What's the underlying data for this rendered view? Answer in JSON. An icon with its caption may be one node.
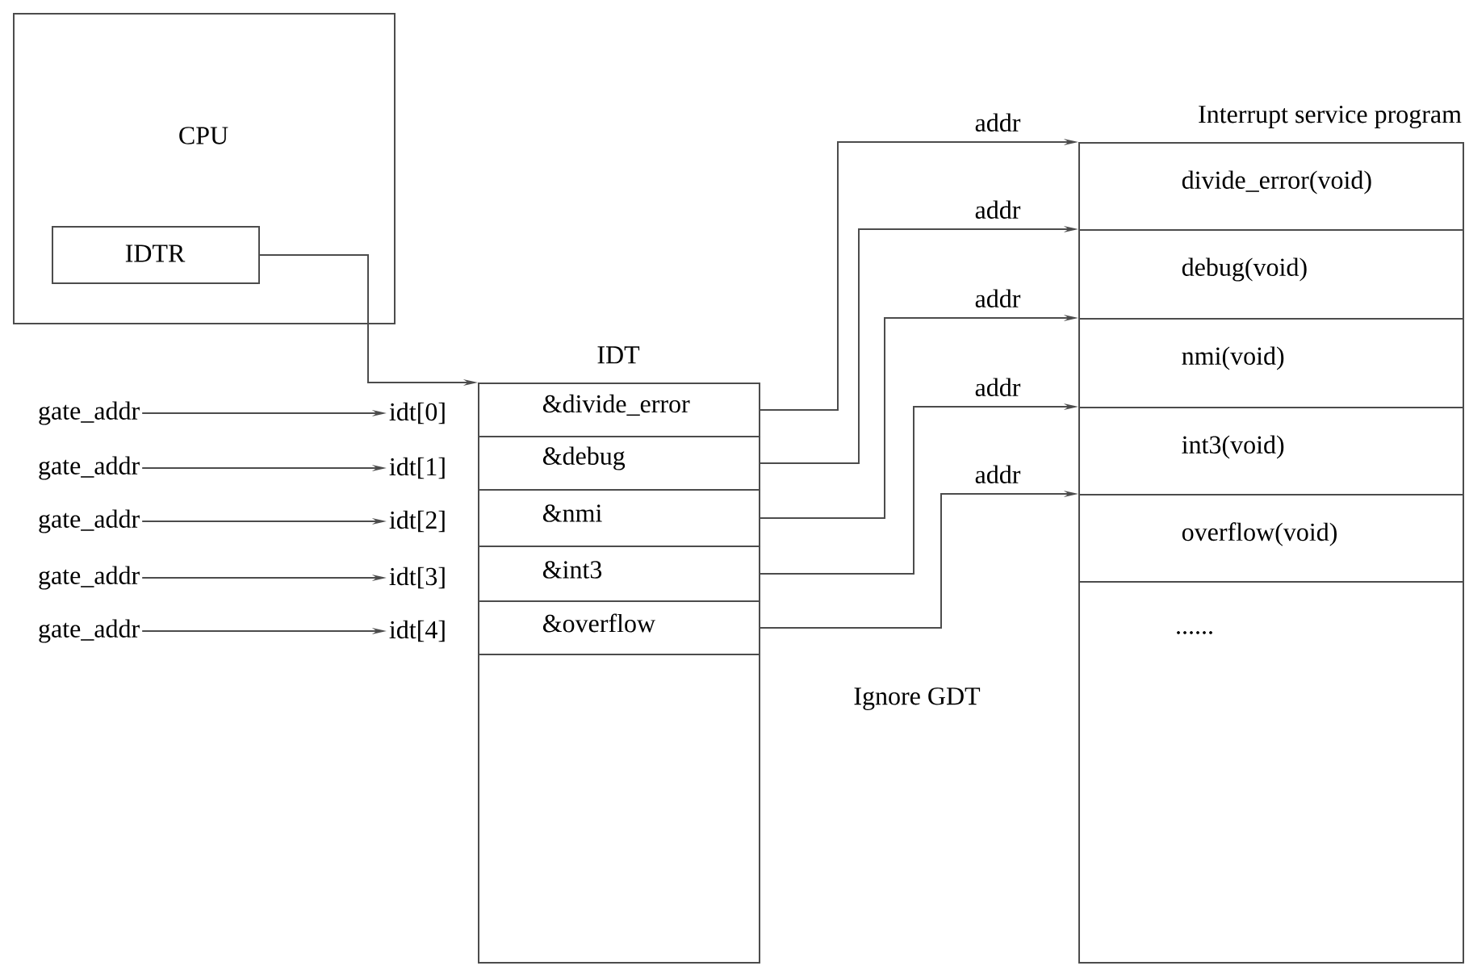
{
  "diagram": {
    "nodes": [
      {
        "text": [
          "CPU"
        ]
      },
      {
        "text": [
          "IDTR"
        ],
        "in": 0
      },
      {
        "text": [
          "IDT"
        ]
      },
      {
        "text": [
          "&divide_error"
        ],
        "in": 2
      },
      {
        "text": [
          "&debug"
        ],
        "in": 2
      },
      {
        "text": [
          "&nmi"
        ],
        "in": 2
      },
      {
        "text": [
          "&int3"
        ],
        "in": 2
      },
      {
        "text": [
          "&overflow"
        ],
        "in": 2
      },
      {
        "text": [
          "Interrupt service program"
        ]
      },
      {
        "text": [
          "divide_error(void)"
        ],
        "in": 8
      },
      {
        "text": [
          "debug(void)"
        ],
        "in": 8
      },
      {
        "text": [
          "nmi(void)"
        ],
        "in": 8
      },
      {
        "text": [
          "int3(void)"
        ],
        "in": 8
      },
      {
        "text": [
          "overflow(void)"
        ],
        "in": 8
      },
      {
        "text": [
          "gate_addr"
        ]
      },
      {
        "text": [
          "gate_addr"
        ]
      },
      {
        "text": [
          "gate_addr"
        ]
      },
      {
        "text": [
          "gate_addr"
        ]
      },
      {
        "text": [
          "gate_addr"
        ]
      },
      {
        "text": [
          "idt[0]"
        ]
      },
      {
        "text": [
          "idt[1]"
        ]
      },
      {
        "text": [
          "idt[2]"
        ]
      },
      {
        "text": [
          "idt[3]"
        ]
      },
      {
        "text": [
          "idt[4]"
        ]
      }
    ],
    "edges": [
      {
        "from": 1,
        "to": 2,
        "arrow": "to"
      },
      {
        "from": 3,
        "to": 9,
        "arrow": "to",
        "label": "addr"
      },
      {
        "from": 4,
        "to": 10,
        "arrow": "to",
        "label": "addr"
      },
      {
        "from": 5,
        "to": 11,
        "arrow": "to",
        "label": "addr"
      },
      {
        "from": 6,
        "to": 12,
        "arrow": "to",
        "label": "addr"
      },
      {
        "from": 7,
        "to": 13,
        "arrow": "to",
        "label": "addr"
      },
      {
        "from": 14,
        "to": 19,
        "arrow": "to"
      },
      {
        "from": 15,
        "to": 20,
        "arrow": "to"
      },
      {
        "from": 16,
        "to": 21,
        "arrow": "to"
      },
      {
        "from": 17,
        "to": 22,
        "arrow": "to"
      },
      {
        "from": 18,
        "to": 23,
        "arrow": "to"
      }
    ],
    "labels": [
      "......",
      "Ignore GDT"
    ]
  }
}
